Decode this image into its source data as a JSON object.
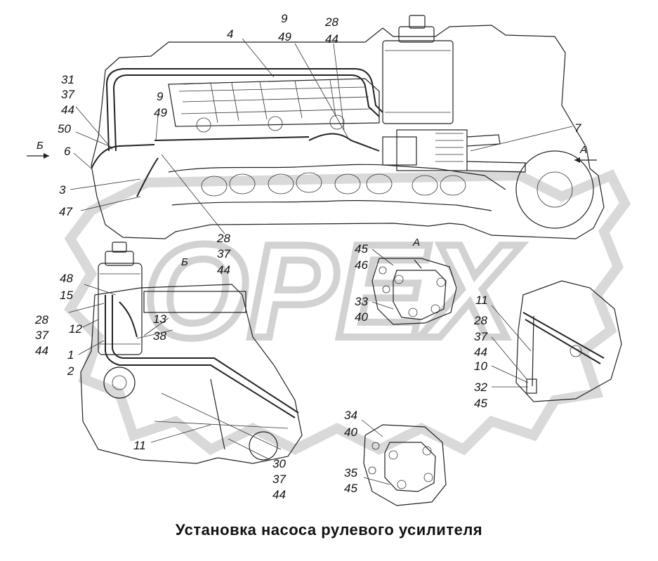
{
  "caption": "Установка насоса рулевого усилителя",
  "watermark": "OPEX",
  "view_labels": {
    "view_a_right": "А",
    "view_b_left": "Б",
    "view_a_inset": "А",
    "view_b_inset": "Б"
  },
  "callouts": {
    "c4": "4",
    "c9a": "9",
    "c49a": "49",
    "c28a": "28",
    "c44a": "44",
    "c31": "31",
    "c37a": "37",
    "c44b": "44",
    "c9b": "9",
    "c49b": "49",
    "c50": "50",
    "c6": "6",
    "c3": "3",
    "c47": "47",
    "c7": "7",
    "c28b": "28",
    "c37b": "37",
    "c44c": "44",
    "c45a": "45",
    "c46": "46",
    "c33": "33",
    "c40a": "40",
    "c48": "48",
    "c15": "15",
    "c28c": "28",
    "c37c": "37",
    "c44d": "44",
    "c12": "12",
    "c1": "1",
    "c2": "2",
    "c13": "13",
    "c38": "38",
    "c11a": "11",
    "c28d": "28",
    "c37d": "37",
    "c44e": "44",
    "c10": "10",
    "c32": "32",
    "c45b": "45",
    "c34": "34",
    "c40b": "40",
    "c11b": "11",
    "c30": "30",
    "c37e": "37",
    "c44f": "44",
    "c35": "35",
    "c45c": "45"
  }
}
